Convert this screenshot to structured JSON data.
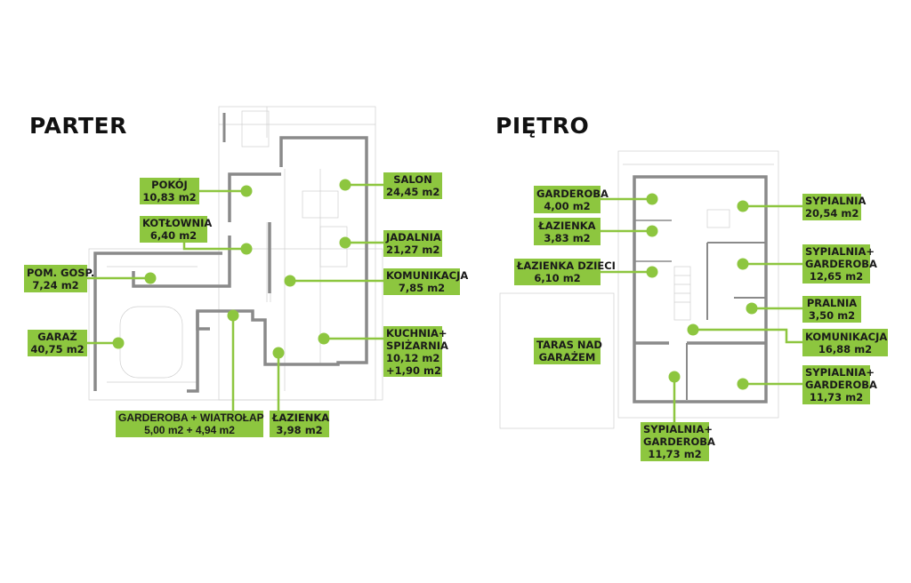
{
  "ground_floor": {
    "title": "PARTER",
    "rooms": [
      {
        "name": "POKÓJ",
        "area": "10,83 m2"
      },
      {
        "name": "KOTŁOWNIA",
        "area": "6,40 m2"
      },
      {
        "name": "POM. GOSP.",
        "area": "7,24 m2"
      },
      {
        "name": "GARAŻ",
        "area": "40,75 m2"
      },
      {
        "name": "GARDEROBA + WIATROŁAP",
        "area": "5,00 m2 + 4,94 m2"
      },
      {
        "name": "ŁAZIENKA",
        "area": "3,98 m2"
      },
      {
        "name": "SALON",
        "area": "24,45 m2"
      },
      {
        "name": "JADALNIA",
        "area": "21,27 m2"
      },
      {
        "name": "KOMUNIKACJA",
        "area": "7,85 m2"
      },
      {
        "name": "KUCHNIA+",
        "name2": "SPIŻARNIA",
        "area": "10,12 m2",
        "area2": "+1,90 m2"
      }
    ]
  },
  "upper_floor": {
    "title": "PIĘTRO",
    "rooms": [
      {
        "name": "GARDEROBA",
        "area": "4,00 m2"
      },
      {
        "name": "ŁAZIENKA",
        "area": "3,83 m2"
      },
      {
        "name": "ŁAZIENKA DZIECI",
        "area": "6,10 m2"
      },
      {
        "name": "TARAS NAD",
        "name2": "GARAŻEM"
      },
      {
        "name": "SYPIALNIA",
        "area": "20,54 m2"
      },
      {
        "name": "SYPIALNIA+",
        "name2": "GARDEROBA",
        "area": "12,65 m2"
      },
      {
        "name": "PRALNIA",
        "area": "3,50 m2"
      },
      {
        "name": "KOMUNIKACJA",
        "area": "16,88 m2"
      },
      {
        "name": "SYPIALNIA+",
        "name2": "GARDEROBA",
        "area": "11,73 m2"
      },
      {
        "name": "SYPIALNIA+",
        "name2": "GARDEROBA",
        "area": "11,73 m2"
      }
    ]
  },
  "colors": {
    "accent": "#8dc63f",
    "wall": "#8a8a8a",
    "text": "#111111"
  }
}
